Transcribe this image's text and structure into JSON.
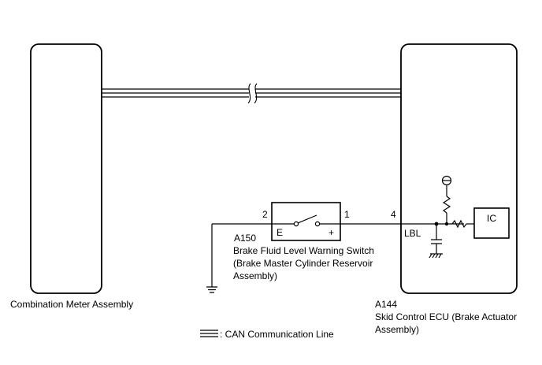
{
  "left_unit": {
    "name": "Combination Meter Assembly"
  },
  "right_unit": {
    "code": "A144",
    "name_line1": "Skid Control ECU (Brake Actuator",
    "name_line2": "Assembly)",
    "terminal_label": "LBL",
    "ic_label": "IC"
  },
  "switch": {
    "code": "A150",
    "name_line1": "Brake Fluid Level Warning Switch",
    "name_line2": "(Brake Master Cylinder Reservoir",
    "name_line3": "Assembly)",
    "terminal_e": "E",
    "terminal_plus": "+"
  },
  "pins": {
    "switch_left": "2",
    "switch_right": "1",
    "ecu_in": "4"
  },
  "legend": {
    "can_line": ": CAN Communication Line"
  }
}
